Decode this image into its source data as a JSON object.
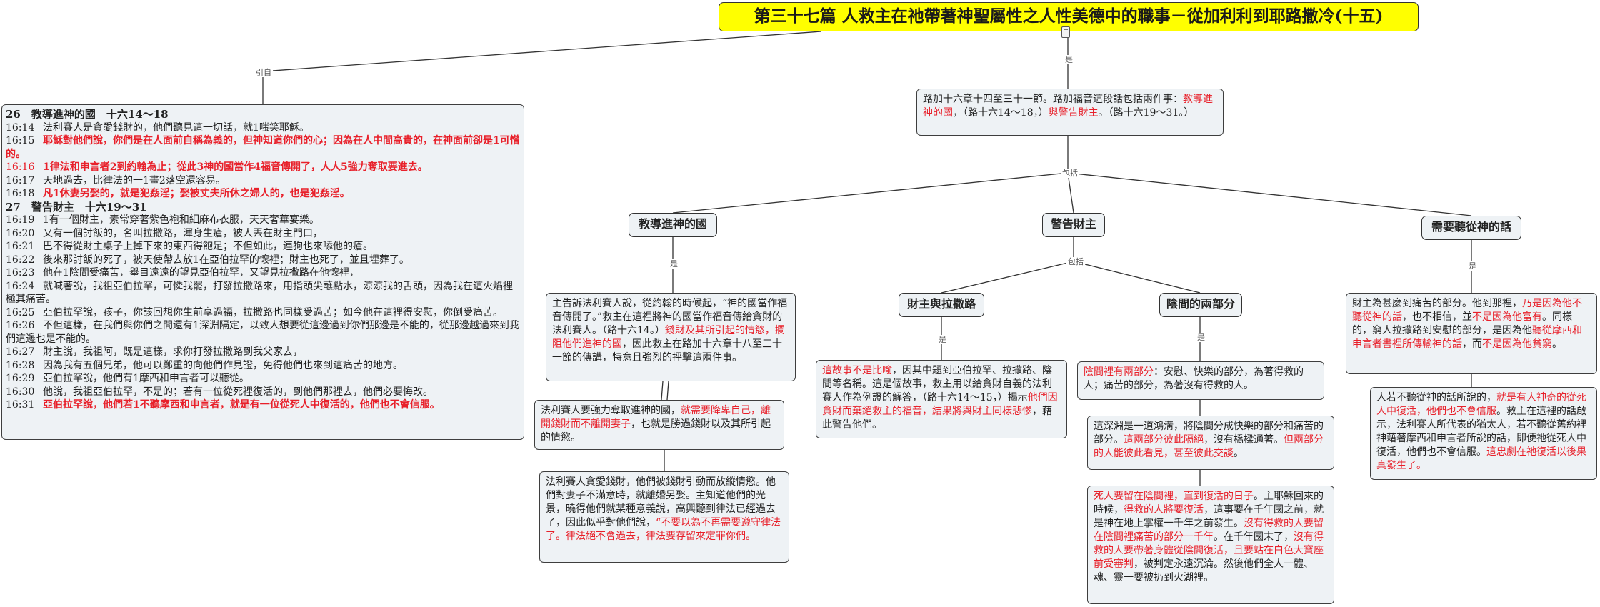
{
  "title": "第三十七篇 人救主在祂帶著神聖屬性之人性美德中的職事－從加利利到耶路撒冷(十五)",
  "labels": {
    "intro": "引自",
    "is_main": "是",
    "includes1": "包括",
    "is1": "是",
    "includes2": "包括",
    "is2": "是",
    "is3": "是",
    "is4": "是",
    "is5": "是"
  },
  "left_note": {
    "sections": [
      {
        "heading": "26　教導進神的國　十六14～18",
        "verses": [
          {
            "ref": "16:14",
            "text": "法利賽人是貪愛錢財的，他們聽見這一切話，就1嗤笑耶穌。",
            "red": false
          },
          {
            "ref": "16:15",
            "text": "耶穌對他們說，你們是在人面前自稱為義的，但神知道你們的心；因為在人中間高貴的，在神面前卻是1可憎的。",
            "red": true
          },
          {
            "ref": "16:16",
            "text": "1律法和申言者2到約翰為止；從此3神的國當作4福音傳開了，人人5強力奪取要進去。",
            "red": true,
            "redref": true
          },
          {
            "ref": "16:17",
            "text": "天地過去，比律法的一1畫2落空還容易。",
            "red": false
          },
          {
            "ref": "16:18",
            "text": "凡1休妻另娶的，就是犯姦淫；娶被丈夫所休之婦人的，也是犯姦淫。",
            "red": true
          }
        ]
      },
      {
        "heading": "27　警告財主　十六19～31",
        "verses": [
          {
            "ref": "16:19",
            "text": "1有一個財主，素常穿著紫色袍和細麻布衣服，天天奢華宴樂。",
            "red": false
          },
          {
            "ref": "16:20",
            "text": "又有一個討飯的，名叫拉撒路，渾身生瘡，被人丟在財主門口，",
            "red": false
          },
          {
            "ref": "16:21",
            "text": "巴不得從財主桌子上掉下來的東西得飽足；不但如此，連狗也來舔他的瘡。",
            "red": false
          },
          {
            "ref": "16:22",
            "text": "後來那討飯的死了，被天使帶去放1在亞伯拉罕的懷裡；財主也死了，並且埋葬了。",
            "red": false
          },
          {
            "ref": "16:23",
            "text": "他在1陰間受痛苦，舉目遠遠的望見亞伯拉罕，又望見拉撒路在他懷裡，",
            "red": false
          },
          {
            "ref": "16:24",
            "text": "就喊著說，我祖亞伯拉罕，可憐我罷，打發拉撒路來，用指頭尖蘸點水，涼涼我的舌頭，因為我在這火焰裡極其痛苦。",
            "red": false
          },
          {
            "ref": "16:25",
            "text": "亞伯拉罕說，孩子，你該回想你生前享過福，拉撒路也同樣受過苦；如今他在這裡得安慰，你倒受痛苦。",
            "red": false
          },
          {
            "ref": "16:26",
            "text": "不但這樣，在我們與你們之間還有1深淵隔定，以致人想要從這邊過到你們那邊是不能的，從那邊越過來到我們這邊也是不能的。",
            "red": false
          },
          {
            "ref": "16:27",
            "text": "財主說，我祖阿，既是這樣，求你打發拉撒路到我父家去，",
            "red": false
          },
          {
            "ref": "16:28",
            "text": "因為我有五個兄弟，他可以鄭重的向他們作見證，免得他們也來到這痛苦的地方。",
            "red": false
          },
          {
            "ref": "16:29",
            "text": "亞伯拉罕說，他們有1摩西和申言者可以聽從。",
            "red": false
          },
          {
            "ref": "16:30",
            "text": "他說，我祖亞伯拉罕，不是的；若有一位從死裡復活的，到他們那裡去，他們必要悔改。",
            "red": false
          },
          {
            "ref": "16:31",
            "text": "亞伯拉罕說，他們若1不聽摩西和申言者，就是有一位從死人中復活的，他們也不會信服。",
            "red": true
          }
        ]
      }
    ]
  },
  "main_node": {
    "parts": [
      {
        "t": "路加十六章十四至三十一節。路加福音這段話包括兩件事：",
        "r": false
      },
      {
        "t": "教導進神的國",
        "r": true
      },
      {
        "t": "，（路十六14～18，）",
        "r": false
      },
      {
        "t": "與警告財主",
        "r": true
      },
      {
        "t": "。（路十六19～31。）",
        "r": false
      }
    ]
  },
  "topics": {
    "kingdom": "教導進神的國",
    "warn": "警告財主",
    "listen": "需要聽從神的話",
    "rich_lazarus": "財主與拉撒路",
    "hades_two": "陰間的兩部分"
  },
  "kingdom_notes": [
    {
      "parts": [
        {
          "t": "主告訴法利賽人說，從約翰的時候起，“神的國當作福音傳開了。”救主在這裡將神的國當作福音傳給貪財的法利賽人。（路十六14。）",
          "r": false
        },
        {
          "t": "錢財及其所引起的情慾，攔阻他們進神的國",
          "r": true
        },
        {
          "t": "，因此救主在路加十六章十八至三十一節的傳講，特意且強烈的抨擊這兩件事。",
          "r": false
        }
      ]
    },
    {
      "parts": [
        {
          "t": "法利賽人要強力奪取進神的國，",
          "r": false
        },
        {
          "t": "就需要降卑自己，離開錢財而不離開妻子",
          "r": true
        },
        {
          "t": "，也就是勝過錢財以及其所引起的情慾。",
          "r": false
        }
      ]
    },
    {
      "parts": [
        {
          "t": "法利賽人貪愛錢財，他們被錢財引動而放縱情慾。他們對妻子不滿意時，就離婚另娶。主知道他們的光景，曉得他們就某種意義說，高興聽到律法已經過去了，因此似乎對他們說，",
          "r": false
        },
        {
          "t": "“不要以為不再需要遵守律法了。律法絕不會過去，律法要存留來定罪你們。",
          "r": true
        }
      ]
    }
  ],
  "rich_note": {
    "parts": [
      {
        "t": "這故事不是比喻",
        "r": true
      },
      {
        "t": "，因其中題到亞伯拉罕、拉撒路、陰間等名稱。這是個故事，救主用以給貪財自義的法利賽人作為例證的解答，（路十六14～15，）揭示",
        "r": false
      },
      {
        "t": "他們因貪財而棄絕救主的福音，結果將與財主同樣悲慘",
        "r": true
      },
      {
        "t": "，藉此警告他們。",
        "r": false
      }
    ]
  },
  "hades_notes": [
    {
      "parts": [
        {
          "t": "陰間裡有兩部分",
          "r": true
        },
        {
          "t": "：安慰、快樂的部分，為著得救的人；痛苦的部分，為著沒有得救的人。",
          "r": false
        }
      ]
    },
    {
      "parts": [
        {
          "t": "這深淵是一道鴻溝，將陰間分成快樂的部分和痛苦的部分。",
          "r": false
        },
        {
          "t": "這兩部分彼此隔絕",
          "r": true
        },
        {
          "t": "，沒有橋樑通著。",
          "r": false
        },
        {
          "t": "但兩部分的人能彼此看見，甚至彼此交談",
          "r": true
        },
        {
          "t": "。",
          "r": false
        }
      ]
    },
    {
      "parts": [
        {
          "t": "死人要留在陰間裡，直到復活的日子",
          "r": true
        },
        {
          "t": "。主耶穌回來的時候，",
          "r": false
        },
        {
          "t": "得救的人將要復活",
          "r": true
        },
        {
          "t": "，這事要在千年國之前，就是神在地上掌權一千年之前發生。",
          "r": false
        },
        {
          "t": "沒有得救的人要留在陰間裡痛苦的部分一千年",
          "r": true
        },
        {
          "t": "。在千年國末了，",
          "r": false
        },
        {
          "t": "沒有得救的人要帶著身體從陰間復活，且要站在白色大寶座前受審判",
          "r": true
        },
        {
          "t": "，被判定永遠沉淪。然後他們全人一體、魂、靈一要被扔到火湖裡。",
          "r": false
        }
      ]
    }
  ],
  "listen_notes": [
    {
      "parts": [
        {
          "t": "財主為甚麼到痛苦的部分。他到那裡，",
          "r": false
        },
        {
          "t": "乃是因為他不聽從神的話",
          "r": true
        },
        {
          "t": "，也不相信，並",
          "r": false
        },
        {
          "t": "不是因為他富有",
          "r": true
        },
        {
          "t": "。同樣的，窮人拉撒路到安慰的部分，是因為他",
          "r": false
        },
        {
          "t": "聽從摩西和申言者書裡所傳輸神的話",
          "r": true
        },
        {
          "t": "，而",
          "r": false
        },
        {
          "t": "不是因為他貧窮",
          "r": true
        },
        {
          "t": "。",
          "r": false
        }
      ]
    },
    {
      "parts": [
        {
          "t": "人若不聽從神的話所說的，",
          "r": false
        },
        {
          "t": "就是有人神奇的從死人中復活，他們也不會信服",
          "r": true
        },
        {
          "t": "。救主在這裡的話啟示，法利賽人所代表的猶太人，若不聽從舊約裡神藉著摩西和申言者所說的話，即便祂從死人中復活，他們也不會信服。",
          "r": false
        },
        {
          "t": "這忠劇在祂復活以後果真發生了。",
          "r": true
        }
      ]
    }
  ]
}
